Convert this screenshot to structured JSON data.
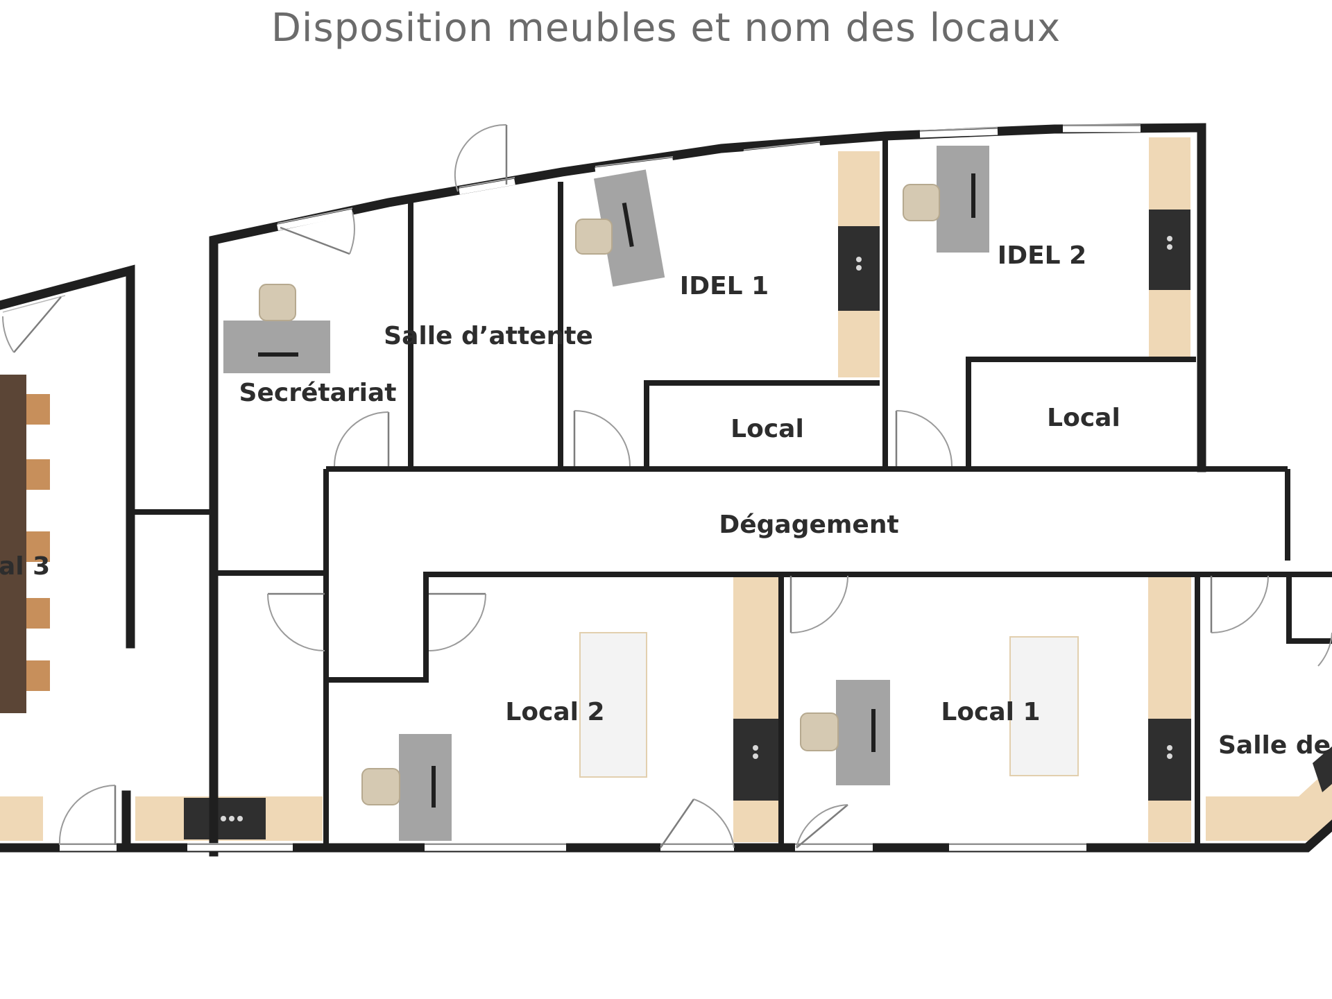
{
  "title": "Disposition meubles et nom des locaux",
  "rooms": {
    "idel1": "IDEL 1",
    "idel2": "IDEL 2",
    "salle_attente": "Salle d’attente",
    "secretariat": "Secrétariat",
    "local_a": "Local",
    "local_b": "Local",
    "degagement": "Dégagement",
    "local2": "Local 2",
    "local1": "Local 1",
    "local3_partial": "al 3",
    "salle_partial": "Salle de"
  },
  "colors": {
    "walls": "#1f1f1f",
    "cabinets": "#efd8b6",
    "desks": "#a4a4a4",
    "title": "#6b6b6b",
    "meeting_table": "#5b4536"
  }
}
